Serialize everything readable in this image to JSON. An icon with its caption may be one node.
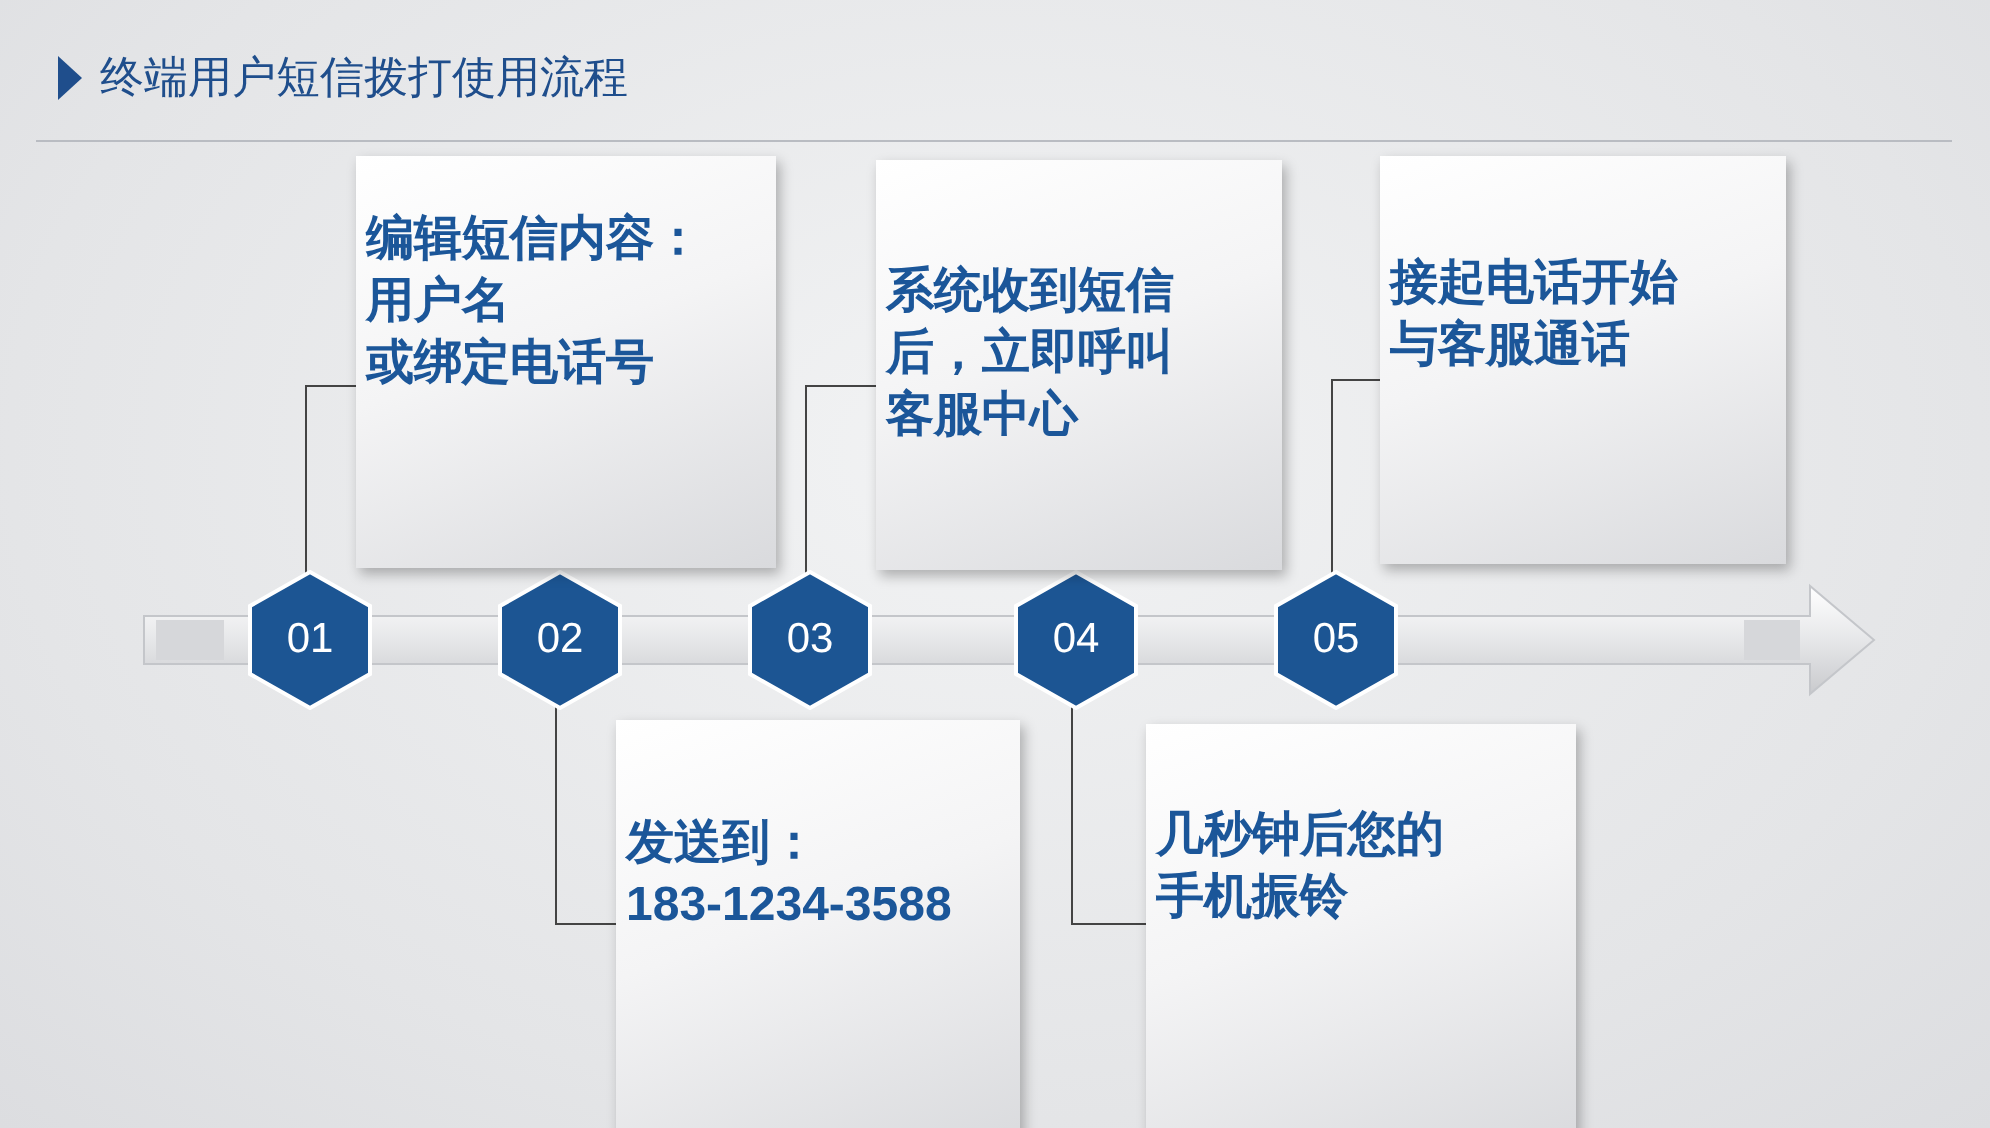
{
  "diagram": {
    "title": "终端用户短信拨打使用流程",
    "nodes": [
      {
        "text": [
          "01"
        ]
      },
      {
        "text": [
          "02"
        ]
      },
      {
        "text": [
          "03"
        ]
      },
      {
        "text": [
          "04"
        ]
      },
      {
        "text": [
          "05"
        ]
      },
      {
        "text": [
          "编辑短信内容：",
          "用户名",
          "或绑定电话号"
        ]
      },
      {
        "text": [
          "发送到：",
          "183-1234-3588"
        ]
      },
      {
        "text": [
          "系统收到短信后，立即呼叫客服中心"
        ]
      },
      {
        "text": [
          "几秒钟后您的手机振铃"
        ]
      },
      {
        "text": [
          "接起电话开始与客服通话"
        ]
      }
    ],
    "edges": [
      {
        "from": 5,
        "to": 0,
        "arrow": "none"
      },
      {
        "from": 6,
        "to": 1,
        "arrow": "none"
      },
      {
        "from": 7,
        "to": 2,
        "arrow": "none"
      },
      {
        "from": 8,
        "to": 3,
        "arrow": "none"
      },
      {
        "from": 9,
        "to": 4,
        "arrow": "none"
      }
    ]
  }
}
